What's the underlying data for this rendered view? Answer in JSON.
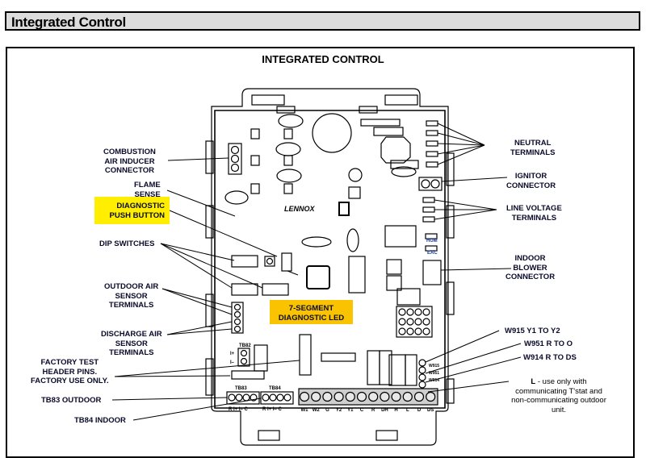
{
  "section_header": "Integrated Control",
  "figure_title": "INTEGRATED CONTROL",
  "board": {
    "logo": "LENNOX",
    "aux_labels": {
      "hum": "HUM",
      "eac": "EAC"
    },
    "tb82": {
      "name": "TB82",
      "pins": [
        "I+",
        "I–"
      ]
    },
    "tb83": {
      "name": "TB83",
      "pins": "R I+ I– C"
    },
    "tb84": {
      "name": "TB84",
      "pins": "R I+ I– C"
    },
    "jumpers": [
      "W915",
      "W951",
      "W914"
    ],
    "thermostat_terminals": [
      "W1",
      "W2",
      "G",
      "Y2",
      "Y1",
      "C",
      "R",
      "DH",
      "H",
      "L",
      "D",
      "DS"
    ]
  },
  "callouts": {
    "combustion_air_inducer": [
      "COMBUSTION",
      "AIR INDUCER",
      "CONNECTOR"
    ],
    "flame_sense": [
      "FLAME",
      "SENSE"
    ],
    "diagnostic_push_button": [
      "DIAGNOSTIC",
      "PUSH BUTTON"
    ],
    "dip_switches": "DIP SWITCHES",
    "outdoor_air_sensor": [
      "OUTDOOR AIR",
      "SENSOR",
      "TERMINALS"
    ],
    "discharge_air_sensor": [
      "DISCHARGE AIR",
      "SENSOR",
      "TERMINALS"
    ],
    "factory_test": [
      "FACTORY TEST",
      "HEADER PINS.",
      "FACTORY USE ONLY."
    ],
    "tb83_outdoor": "TB83 OUTDOOR",
    "tb84_indoor": "TB84 INDOOR",
    "seven_segment": [
      "7-SEGMENT",
      "DIAGNOSTIC LED"
    ],
    "neutral_terminals": [
      "NEUTRAL",
      "TERMINALS"
    ],
    "ignitor_connector": [
      "IGNITOR",
      "CONNECTOR"
    ],
    "line_voltage_terminals": [
      "LINE VOLTAGE",
      "TERMINALS"
    ],
    "indoor_blower_connector": [
      "INDOOR",
      "BLOWER",
      "CONNECTOR"
    ],
    "w915": "W915 Y1 TO Y2",
    "w951": "W951 R TO O",
    "w914": "W914 R TO DS",
    "l_note": {
      "bold": "L",
      "lines": [
        " - use only with",
        "communicating T'stat and",
        "non-communicating outdoor",
        "unit."
      ]
    }
  },
  "colors": {
    "highlight_yellow": "#ffee00",
    "highlight_amber": "#f9c300",
    "header_bg": "#dcdcdc"
  }
}
